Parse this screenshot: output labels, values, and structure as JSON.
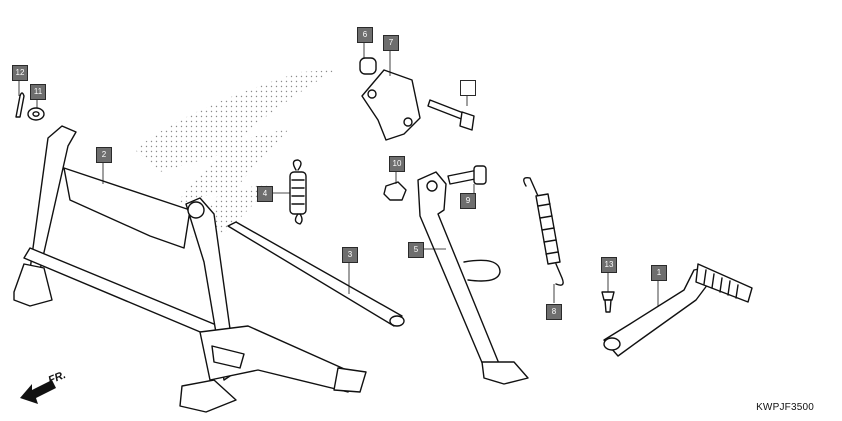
{
  "diagram": {
    "code": "KWPJF3500",
    "direction_label": "FR.",
    "callouts": [
      "1",
      "2",
      "3",
      "4",
      "5",
      "6",
      "7",
      "8",
      "9",
      "10",
      "11",
      "12",
      "13",
      ""
    ]
  }
}
